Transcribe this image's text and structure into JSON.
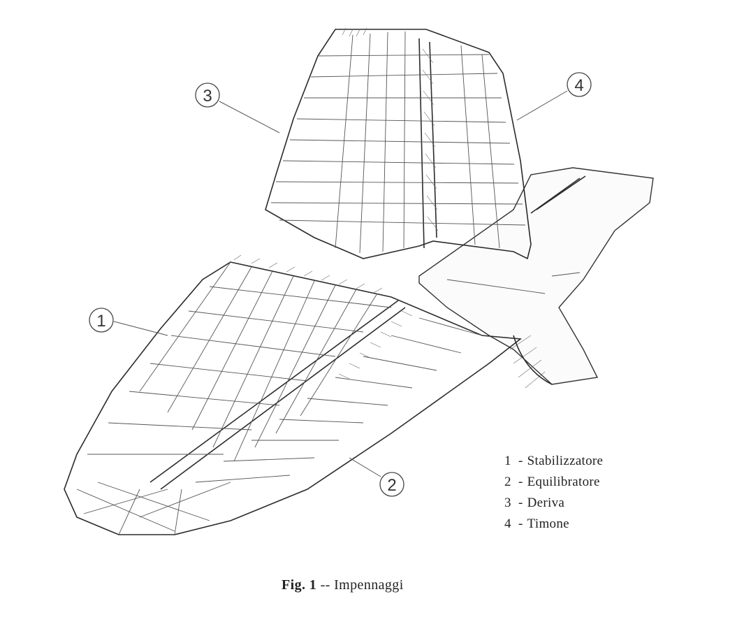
{
  "callouts": [
    {
      "number": "1",
      "target": "Stabilizzatore"
    },
    {
      "number": "2",
      "target": "Equilibratore"
    },
    {
      "number": "3",
      "target": "Deriva"
    },
    {
      "number": "4",
      "target": "Timone"
    }
  ],
  "legend": {
    "items": [
      {
        "number": "1",
        "separator": "-",
        "label": "Stabilizzatore"
      },
      {
        "number": "2",
        "separator": "-",
        "label": "Equilibratore"
      },
      {
        "number": "3",
        "separator": "-",
        "label": "Deriva"
      },
      {
        "number": "4",
        "separator": "-",
        "label": "Timone"
      }
    ]
  },
  "caption": {
    "figure_label": "Fig. 1",
    "separator": "--",
    "title": "Impennaggi"
  }
}
